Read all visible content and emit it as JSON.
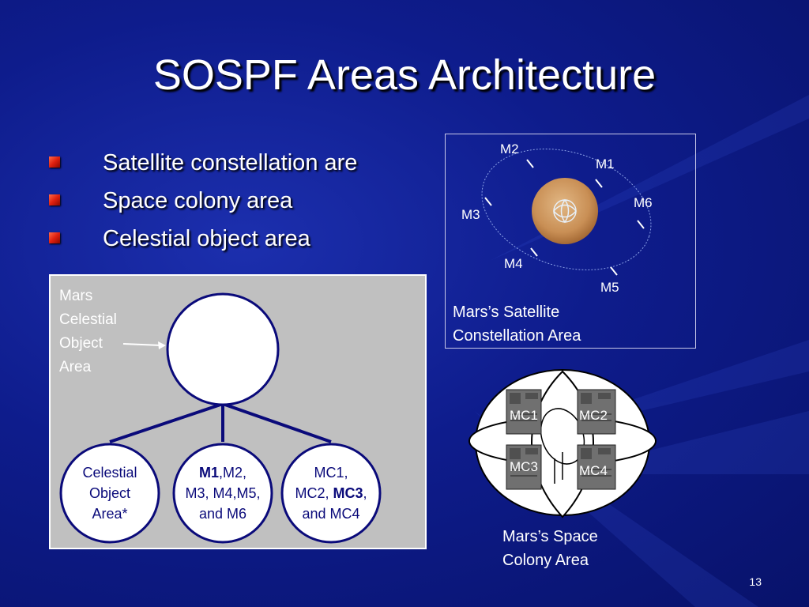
{
  "slide": {
    "title": "SOSPF Areas Architecture",
    "bullets": [
      "Satellite constellation are",
      "Space colony area",
      "Celestial object area"
    ],
    "page_number": "13"
  },
  "celestial": {
    "label_lines": [
      "Mars",
      "Celestial",
      "Object",
      "Area"
    ],
    "children": [
      {
        "lines": [
          "Celestial",
          "Object",
          "Area*"
        ]
      },
      {
        "bold": "M1",
        "rest": ",M2,",
        "lines": [
          "M3, M4,M5,",
          "and M6"
        ]
      },
      {
        "first": "MC1,",
        "line2_a": "MC2, ",
        "line2_b": "MC3",
        "line2_c": ",",
        "lines": [
          "and MC4"
        ]
      }
    ]
  },
  "satellite_area": {
    "satellites": [
      "M2",
      "M1",
      "M6",
      "M3",
      "M4",
      "M5"
    ],
    "caption_lines": [
      "Mars’s Satellite",
      "Constellation Area"
    ]
  },
  "colony_area": {
    "modules": [
      "MC1",
      "MC2",
      "MC3",
      "MC4"
    ],
    "caption_lines": [
      "Mars’s Space",
      "Colony Area"
    ]
  },
  "colors": {
    "background": "#0e1c8c",
    "node_stroke": "#0a0a7a",
    "bullet": "#e0200f",
    "panel": "#c0c0c0"
  }
}
